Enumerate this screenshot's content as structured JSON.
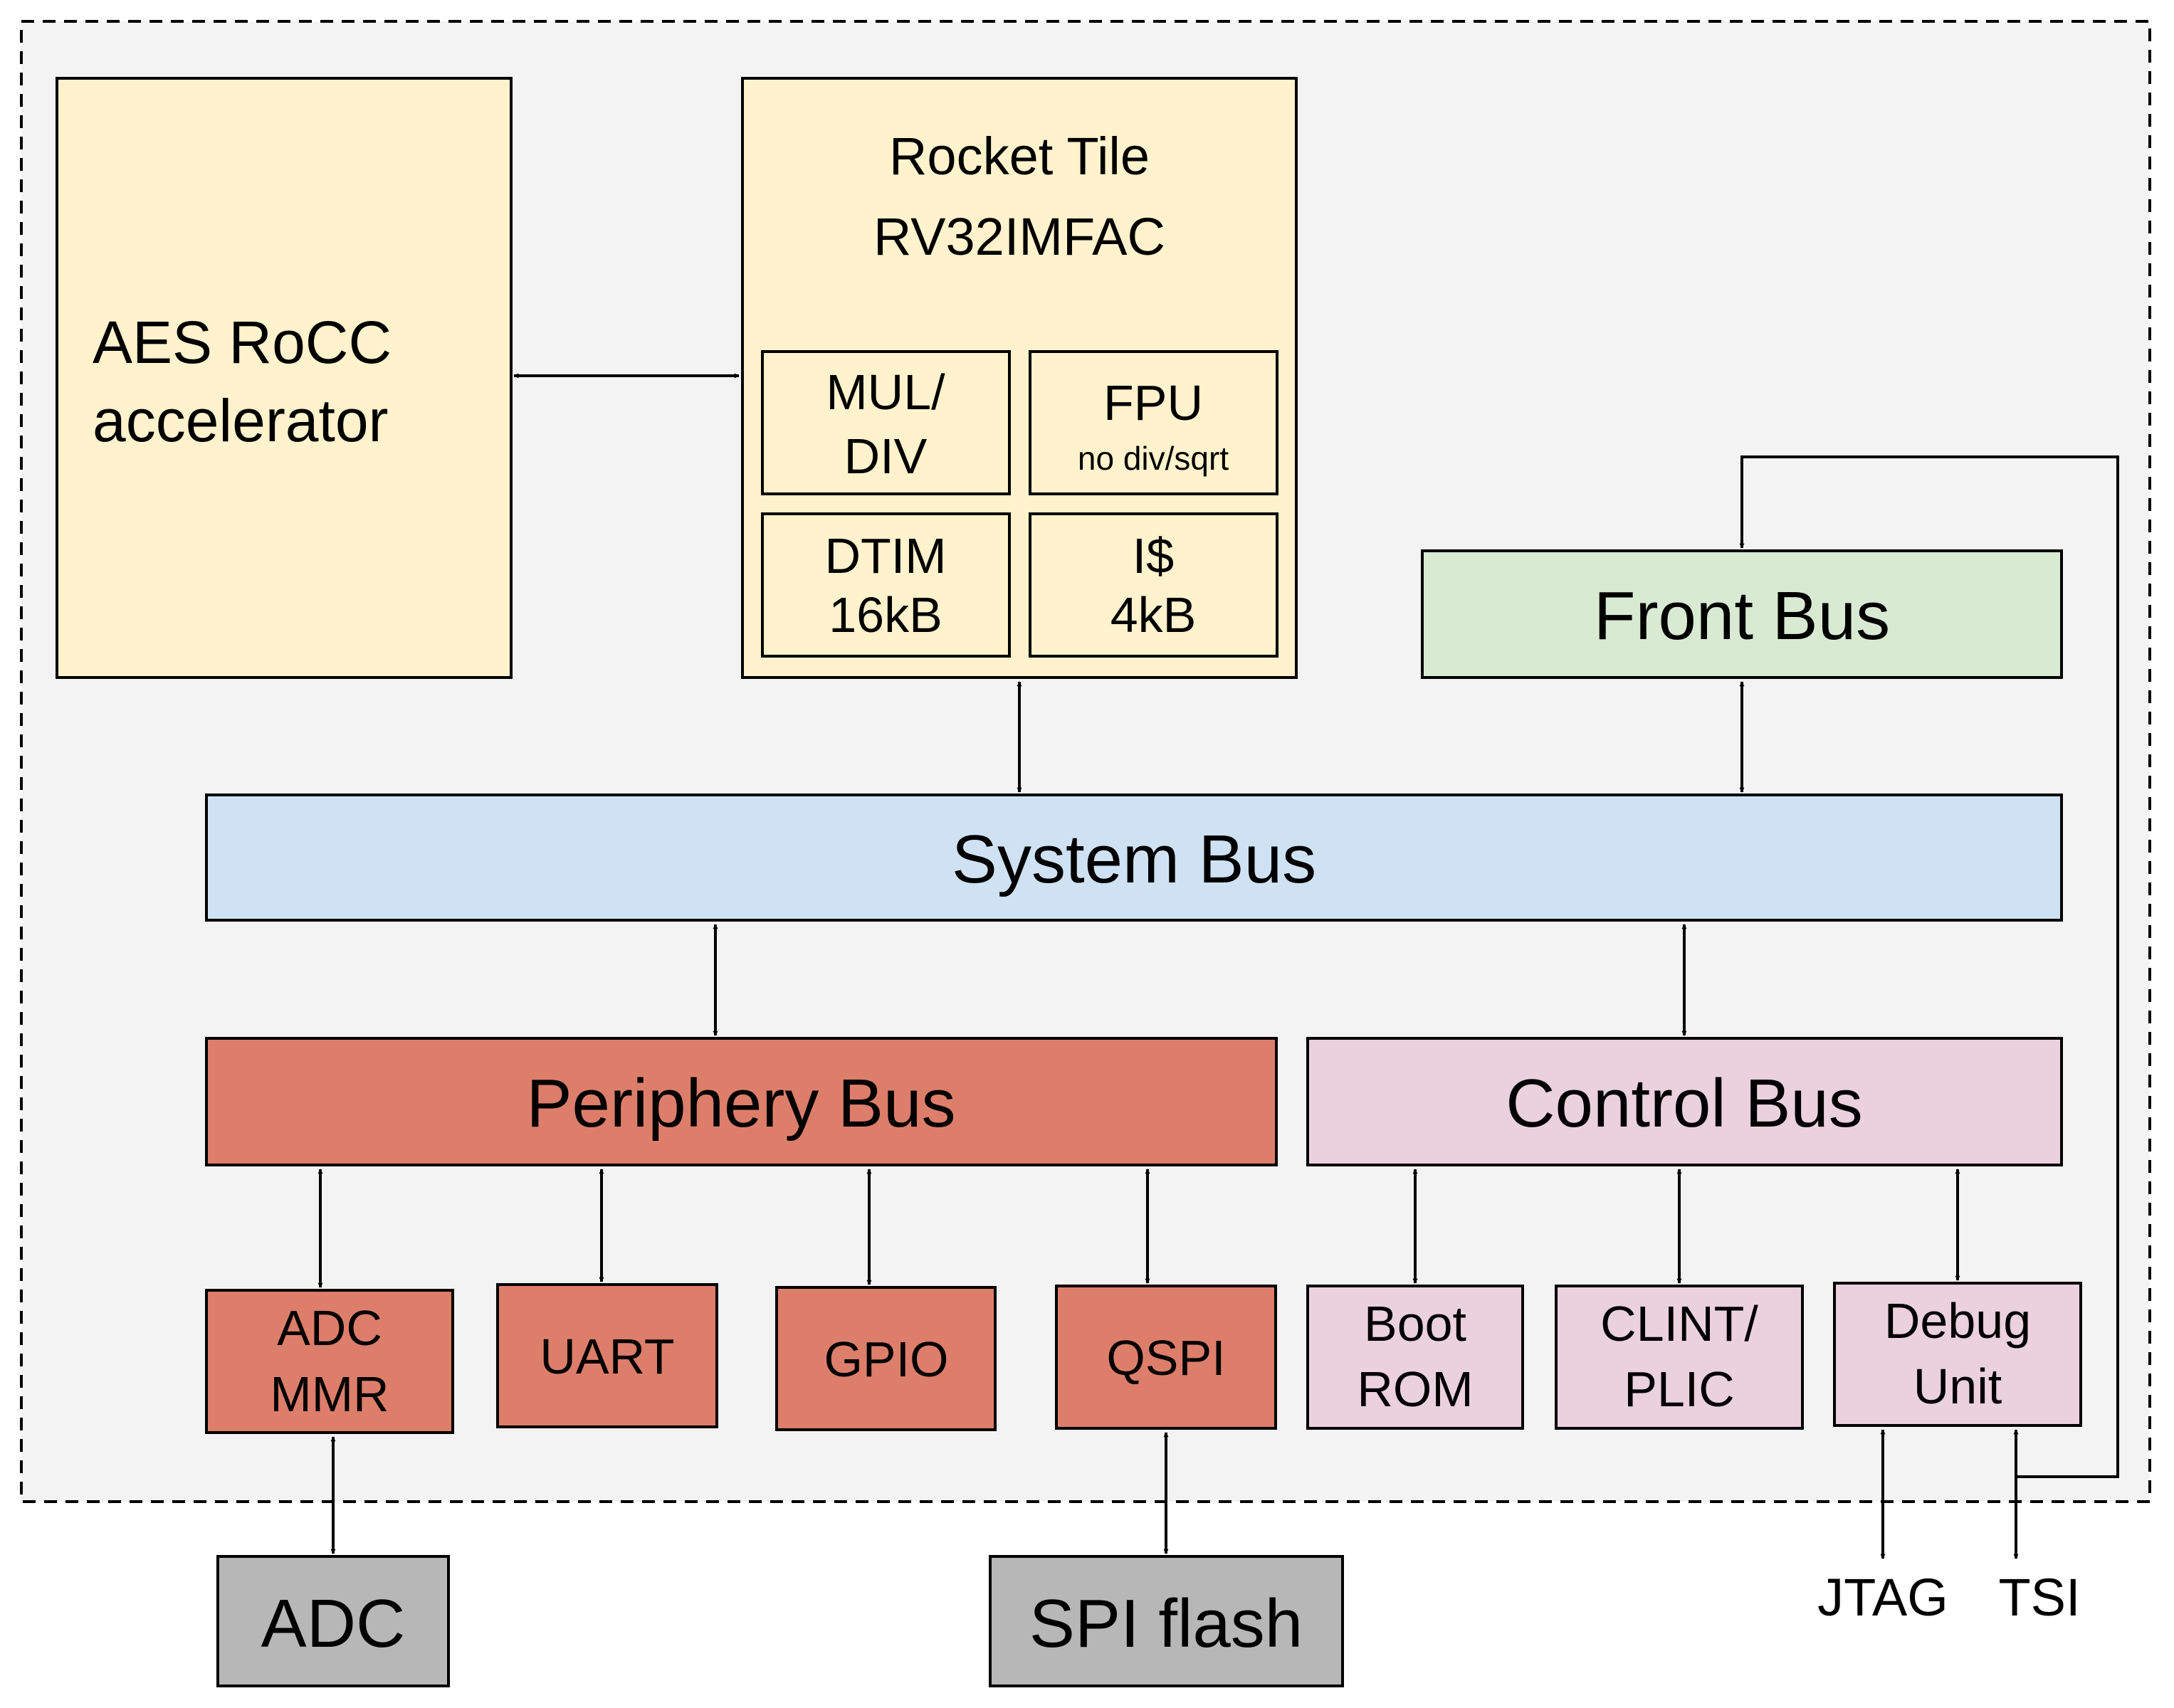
{
  "colors": {
    "background": "#ffffff",
    "soc_fill": "#f3f3f3",
    "tile_fill": "#fff2cc",
    "front_bus_fill": "#d9ead3",
    "system_bus_fill": "#cfe2f3",
    "periphery_fill": "#dd7e6b",
    "control_fill": "#ead1dc",
    "external_fill": "#b7b7b7"
  },
  "accelerator": {
    "line1": "AES RoCC",
    "line2": "accelerator"
  },
  "rocket_tile": {
    "title1": "Rocket Tile",
    "title2": "RV32IMFAC",
    "muldiv": {
      "line1": "MUL/",
      "line2": "DIV"
    },
    "fpu": {
      "line1": "FPU",
      "line2": "no div/sqrt"
    },
    "dtim": {
      "line1": "DTIM",
      "line2": "16kB"
    },
    "icache": {
      "line1": "I$",
      "line2": "4kB"
    }
  },
  "buses": {
    "front": "Front Bus",
    "system": "System Bus",
    "periphery": "Periphery Bus",
    "control": "Control Bus"
  },
  "peripherals": {
    "adc_mmr": {
      "line1": "ADC",
      "line2": "MMR"
    },
    "uart": "UART",
    "gpio": "GPIO",
    "qspi": "QSPI"
  },
  "control_devices": {
    "boot_rom": {
      "line1": "Boot",
      "line2": "ROM"
    },
    "clint_plic": {
      "line1": "CLINT/",
      "line2": "PLIC"
    },
    "debug_unit": {
      "line1": "Debug",
      "line2": "Unit"
    }
  },
  "external": {
    "adc": "ADC",
    "spi_flash": "SPI flash",
    "jtag": "JTAG",
    "tsi": "TSI"
  }
}
